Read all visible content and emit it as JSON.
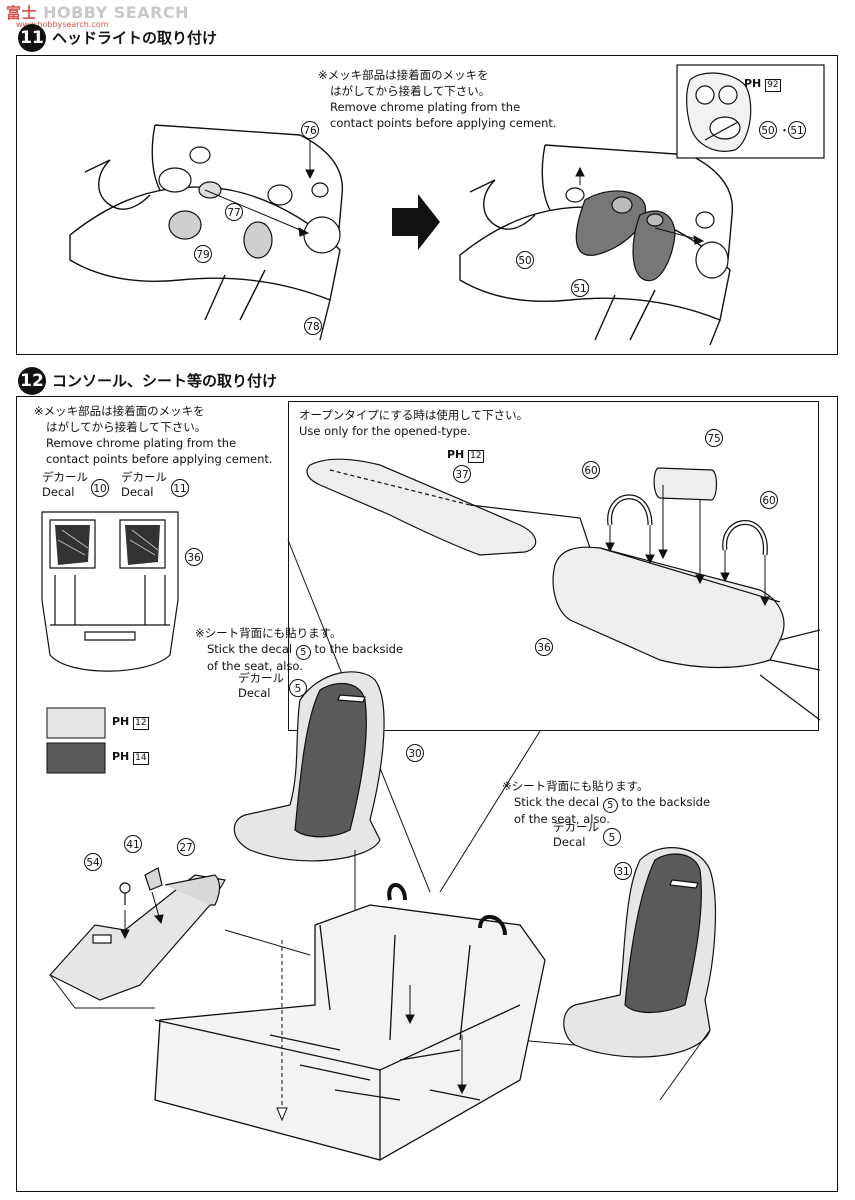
{
  "watermark": {
    "brand_main": "HOBBY SEARCH",
    "brand_jp": "富士",
    "brand_sub": "www.hobbysearch.com"
  },
  "step11": {
    "number": "11",
    "title": "ヘッドライトの取り付け",
    "note_jp_1": "※メッキ部品は接着面のメッキを",
    "note_jp_2": "はがしてから接着して下さい。",
    "note_en_1": "Remove chrome plating from the",
    "note_en_2": "contact points before applying cement.",
    "parts": {
      "p76": "76",
      "p77": "77",
      "p79": "79",
      "p78": "78",
      "p50": "50",
      "p51": "51"
    },
    "inset": {
      "ph_prefix": "PH",
      "ph_page": "92",
      "parts_a": "50",
      "parts_b": "51",
      "sep": "・"
    }
  },
  "step12": {
    "number": "12",
    "title": "コンソール、シート等の取り付け",
    "note_jp_1": "※メッキ部品は接着面のメッキを",
    "note_jp_2": "はがしてから接着して下さい。",
    "note_en_1": "Remove chrome plating from the",
    "note_en_2": "contact points before applying cement.",
    "decal_left": {
      "jp": "デカール",
      "en": "Decal",
      "num": "10"
    },
    "decal_right": {
      "jp": "デカール",
      "en": "Decal",
      "num": "11"
    },
    "part36_left": "36",
    "open_type_jp": "オープンタイプにする時は使用して下さい。",
    "open_type_en": "Use only for the opened-type.",
    "open_ph_prefix": "PH",
    "open_ph_page": "12",
    "open_parts": {
      "p37": "37",
      "p75": "75",
      "p60a": "60",
      "p60b": "60",
      "p36": "36"
    },
    "seat_note_a": {
      "jp": "※シート背面にも貼ります。",
      "en_1": "Stick the decal",
      "en_num": "5",
      "en_2": "to the backside",
      "en_3": "of the seat, also.",
      "decal_jp": "デカール",
      "decal_en": "Decal",
      "decal_num": "5"
    },
    "seat_note_b": {
      "jp": "※シート背面にも貼ります。",
      "en_1": "Stick the decal",
      "en_num": "5",
      "en_2": "to the backside",
      "en_3": "of the seat, also.",
      "decal_jp": "デカール",
      "decal_en": "Decal",
      "decal_num": "5"
    },
    "legend": [
      {
        "color": "#e6e6e6",
        "ph_prefix": "PH",
        "page": "12"
      },
      {
        "color": "#5a5a5a",
        "ph_prefix": "PH",
        "page": "14"
      }
    ],
    "parts": {
      "p30": "30",
      "p31": "31",
      "p54": "54",
      "p41": "41",
      "p27": "27"
    }
  }
}
